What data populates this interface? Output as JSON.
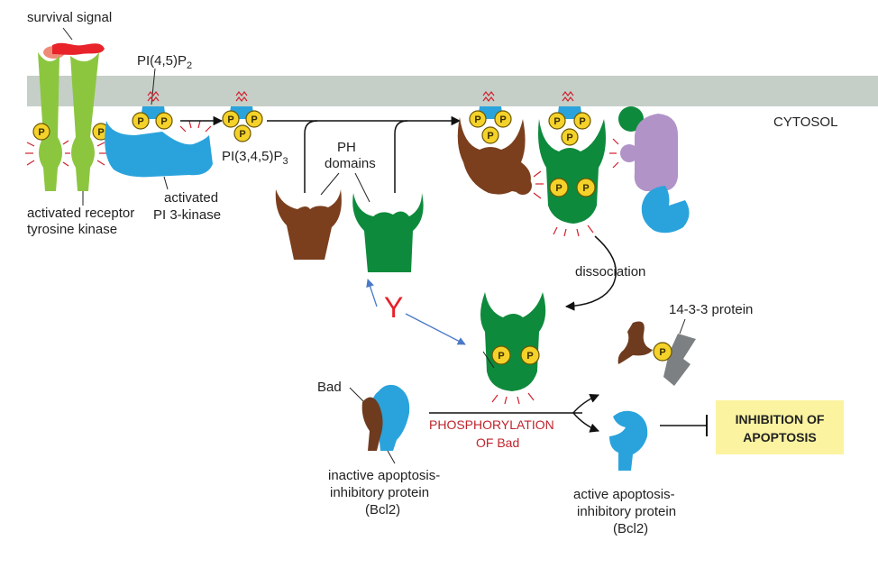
{
  "labels": {
    "survival_signal": "survival signal",
    "pi45p2_main": "PI(4,5)P",
    "pi45p2_sub": "2",
    "pi345p3_main": "PI(3,4,5)P",
    "pi345p3_sub": "3",
    "cytosol": "CYTOSOL",
    "ph_domains_1": "PH",
    "ph_domains_2": "domains",
    "activated_pi3k_1": "activated",
    "activated_pi3k_2": "PI 3-kinase",
    "receptor_1": "activated receptor",
    "receptor_2": "tyrosine kinase",
    "dissociation": "dissociation",
    "protein_1433": "14-3-3 protein",
    "bad": "Bad",
    "inactive_1": "inactive apoptosis-",
    "inactive_2": "inhibitory protein",
    "inactive_3": "(Bcl2)",
    "phosphorylation_1": "PHOSPHORYLATION",
    "phosphorylation_2": "OF Bad",
    "active_1": "active apoptosis-",
    "active_2": "inhibitory protein",
    "active_3": "(Bcl2)",
    "inhibition_1": "INHIBITION OF",
    "inhibition_2": "APOPTOSIS",
    "y_mark": "Y",
    "phosphate": "P"
  },
  "colors": {
    "membrane": "#c5cfc8",
    "receptor": "#8cc63f",
    "signal": "#e8232a",
    "pi3k": "#2aa3dc",
    "pip": "#2aa3dc",
    "phosphate": "#f5d22a",
    "pdk": "#7b3f1e",
    "akt": "#0e8a3c",
    "purple": "#b193c8",
    "bad": "#6e3b1f",
    "protein_1433": "#7c8083",
    "inhibition_box": "#fbf3a0",
    "red_text": "#c0242c",
    "y_mark": "#e8202a",
    "blue_arrow": "#4a79c8"
  }
}
